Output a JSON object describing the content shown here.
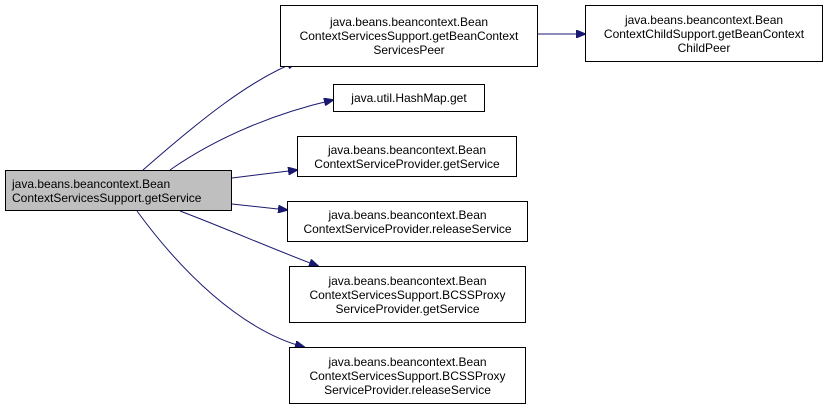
{
  "colors": {
    "edge": "#191970",
    "focus_fill": "#bfbfbf",
    "node_fill": "#ffffff",
    "border": "#000000"
  },
  "nodes": [
    {
      "id": "root",
      "lines": [
        "java.beans.beancontext.Bean",
        "ContextServicesSupport.getService"
      ],
      "focus": true
    },
    {
      "id": "peer",
      "lines": [
        "java.beans.beancontext.Bean",
        "ContextServicesSupport.getBeanContext",
        "ServicesPeer"
      ]
    },
    {
      "id": "childpeer",
      "lines": [
        "java.beans.beancontext.Bean",
        "ContextChildSupport.getBeanContext",
        "ChildPeer"
      ]
    },
    {
      "id": "hashmap",
      "lines": [
        "java.util.HashMap.get"
      ]
    },
    {
      "id": "provider-get",
      "lines": [
        "java.beans.beancontext.Bean",
        "ContextServiceProvider.getService"
      ]
    },
    {
      "id": "provider-release",
      "lines": [
        "java.beans.beancontext.Bean",
        "ContextServiceProvider.releaseService"
      ]
    },
    {
      "id": "proxy-get",
      "lines": [
        "java.beans.beancontext.Bean",
        "ContextServicesSupport.BCSSProxy",
        "ServiceProvider.getService"
      ]
    },
    {
      "id": "proxy-release",
      "lines": [
        "java.beans.beancontext.Bean",
        "ContextServicesSupport.BCSSProxy",
        "ServiceProvider.releaseService"
      ]
    }
  ],
  "edges": [
    {
      "from": "root",
      "to": "peer"
    },
    {
      "from": "root",
      "to": "hashmap"
    },
    {
      "from": "root",
      "to": "provider-get"
    },
    {
      "from": "root",
      "to": "provider-release"
    },
    {
      "from": "root",
      "to": "proxy-get"
    },
    {
      "from": "root",
      "to": "proxy-release"
    },
    {
      "from": "peer",
      "to": "childpeer"
    }
  ]
}
